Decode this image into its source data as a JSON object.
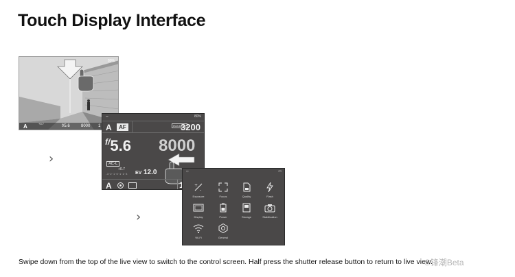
{
  "title": "Touch Display Interface",
  "live_view": {
    "battery": "80%",
    "mode": "A",
    "ev_offset": "+0.7",
    "aperture": "f/5.6",
    "shutter": "8000",
    "iso_partial": "1",
    "down_arrow_icon": "arrow-down-icon",
    "hand_icon": "hand-pointer-icon"
  },
  "control_screen": {
    "battery": "80%",
    "mode": "A",
    "af_label": "AF",
    "iso_label": "ISO AUTO",
    "iso_value": "3200",
    "aperture_prefix": "f/",
    "aperture_value": "5.6",
    "shutter_value": "8000",
    "ae_lock": "AE-L",
    "ev_offset": "+0.7",
    "meter_scale": "-3·2·1·0·1·2·3",
    "ev_label": "EV",
    "ev_value": "12.0",
    "bottom_mode": "A",
    "bottom_partial": "1",
    "swipe_icon": "swipe-left-hand-icon"
  },
  "menu_screen": {
    "items": [
      {
        "label": "Exposure",
        "icon": "exposure-icon"
      },
      {
        "label": "Focus",
        "icon": "focus-icon"
      },
      {
        "label": "Quality",
        "icon": "quality-icon"
      },
      {
        "label": "Flash",
        "icon": "flash-icon"
      },
      {
        "label": "Display",
        "icon": "display-icon"
      },
      {
        "label": "Power",
        "icon": "power-icon"
      },
      {
        "label": "Storage",
        "icon": "storage-icon"
      },
      {
        "label": "Stabilization",
        "icon": "stabilization-icon"
      },
      {
        "label": "Wi-Fi",
        "icon": "wifi-icon"
      },
      {
        "label": "General",
        "icon": "general-icon"
      }
    ]
  },
  "chevron_glyph": "›",
  "caption": "Swipe down from the top of the live view to switch to the control screen. Half press the shutter release button to return to live view.",
  "watermark": "©锋潮Beta"
}
